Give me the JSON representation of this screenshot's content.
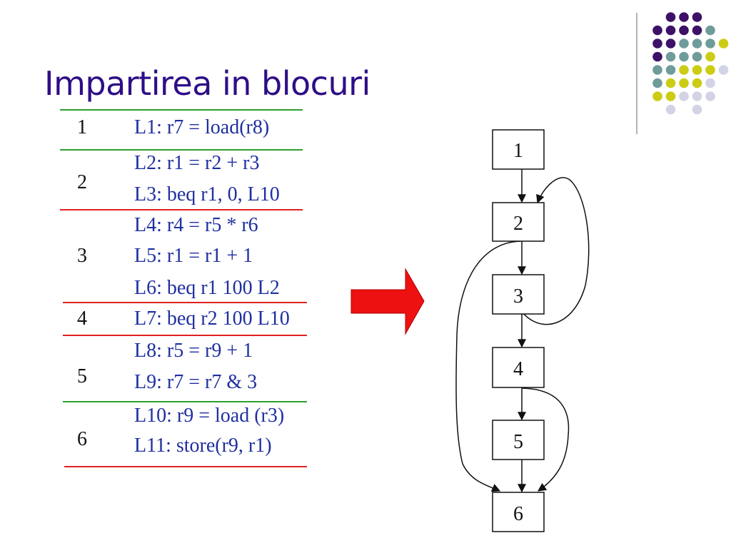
{
  "slide": {
    "title": "Impartirea in blocuri"
  },
  "colors": {
    "title": "#2e0e86",
    "instruction_text": "#1f2fa0",
    "separator_green": "#2ca02c",
    "separator_red": "#e02020",
    "arrow": "#ee1111",
    "dot_purple": "#3d1168",
    "dot_teal": "#6f9c9a",
    "dot_yellow": "#cccc14",
    "dot_lavender": "#d3d3e6"
  },
  "blocks": [
    {
      "number": "1",
      "instructions": [
        "L1: r7 = load(r8)"
      ]
    },
    {
      "number": "2",
      "instructions": [
        "L2: r1 = r2 + r3",
        "L3: beq r1, 0, L10"
      ]
    },
    {
      "number": "3",
      "instructions": [
        "L4: r4 = r5 * r6",
        "L5: r1 = r1 + 1",
        "L6: beq r1 100 L2"
      ]
    },
    {
      "number": "4",
      "instructions": [
        "L7: beq r2 100 L10"
      ]
    },
    {
      "number": "5",
      "instructions": [
        "L8: r5 = r9 + 1",
        "L9: r7 = r7 & 3"
      ]
    },
    {
      "number": "6",
      "instructions": [
        "L10: r9 = load (r3)",
        "L11: store(r9, r1)"
      ]
    }
  ],
  "cfg": {
    "nodes": [
      "1",
      "2",
      "3",
      "4",
      "5",
      "6"
    ],
    "edges": [
      [
        "1",
        "2"
      ],
      [
        "2",
        "3"
      ],
      [
        "3",
        "4"
      ],
      [
        "4",
        "5"
      ],
      [
        "5",
        "6"
      ],
      [
        "3",
        "2"
      ],
      [
        "2",
        "6"
      ],
      [
        "4",
        "6"
      ]
    ]
  }
}
